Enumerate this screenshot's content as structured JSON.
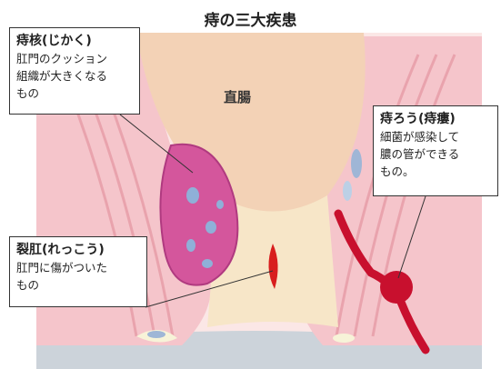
{
  "title": "痔の三大疾患",
  "organ_label": "直腸",
  "labels": {
    "hemorrhoid": {
      "heading": "痔核(じかく)",
      "description": "肛門のクッション\n組織が大きくなる\nもの"
    },
    "fistula": {
      "heading": "痔ろう(痔瘻)",
      "description": "細菌が感染して\n膿の管ができる\nもの。"
    },
    "fissure": {
      "heading": "裂肛(れっこう)",
      "description": "肛門に傷がついた\nもの"
    }
  },
  "colors": {
    "tissue_pink": "#f6c9cf",
    "tissue_light": "#fbe3e3",
    "rectum": "#f3d2b6",
    "canal": "#f7e6c8",
    "hemorrhoid": "#d4569c",
    "abscess": "#c8102e",
    "muscle_stripe": "#e9a3ad",
    "fat": "#f7f3d8",
    "ground": "#ccd3da"
  }
}
